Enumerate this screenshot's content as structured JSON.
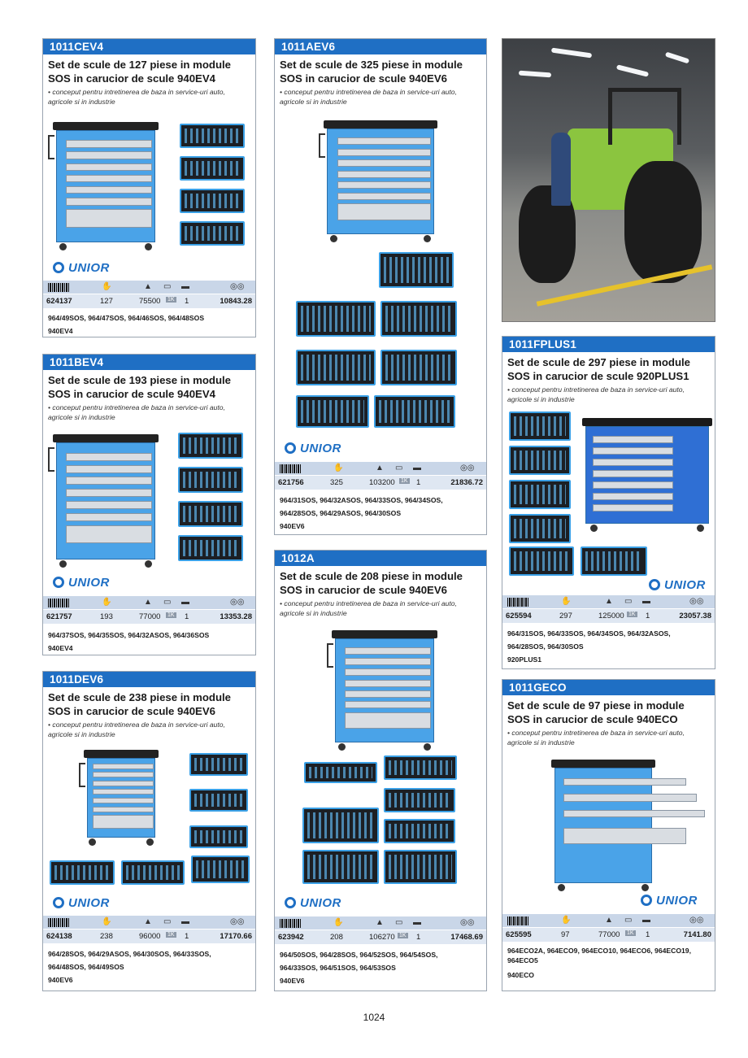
{
  "page_number": "1024",
  "cards": [
    {
      "code": "1011CEV4",
      "title_l1": "Set de scule de 127 piese in module",
      "title_l2": "SOS in carucior de scule 940EV4",
      "desc_l1": "• conceput pentru intretinerea de baza in service-uri auto,",
      "desc_l2": "agricole si in industrie",
      "logo": "UNIOR",
      "art": "624137",
      "pieces": "127",
      "weight": "75500",
      "badge": "1K",
      "qty": "1",
      "price": "10843.28",
      "sets_l1": "964/49SOS, 964/47SOS, 964/46SOS, 964/48SOS",
      "sets_l2": "940EV4",
      "sets_l3": ""
    },
    {
      "code": "1011BEV4",
      "title_l1": "Set de scule de 193 piese in module",
      "title_l2": "SOS in carucior de scule 940EV4",
      "desc_l1": "• conceput pentru intretinerea de baza in service-uri auto,",
      "desc_l2": "agricole si in industrie",
      "logo": "UNIOR",
      "art": "621757",
      "pieces": "193",
      "weight": "77000",
      "badge": "1K",
      "qty": "1",
      "price": "13353.28",
      "sets_l1": "964/37SOS, 964/35SOS, 964/32ASOS, 964/36SOS",
      "sets_l2": "940EV4",
      "sets_l3": ""
    },
    {
      "code": "1011DEV6",
      "title_l1": "Set de scule de 238 piese in module",
      "title_l2": "SOS in carucior de scule 940EV6",
      "desc_l1": "• conceput pentru intretinerea de baza in service-uri auto,",
      "desc_l2": "agricole si in industrie",
      "logo": "UNIOR",
      "art": "624138",
      "pieces": "238",
      "weight": "96000",
      "badge": "1K",
      "qty": "1",
      "price": "17170.66",
      "sets_l1": "964/28SOS, 964/29ASOS, 964/30SOS, 964/33SOS,",
      "sets_l2": "964/48SOS, 964/49SOS",
      "sets_l3": "940EV6"
    },
    {
      "code": "1011AEV6",
      "title_l1": "Set de scule de 325 piese in module",
      "title_l2": "SOS in carucior de scule 940EV6",
      "desc_l1": "• conceput pentru intretinerea de baza in service-uri auto,",
      "desc_l2": "agricole si in industrie",
      "logo": "UNIOR",
      "art": "621756",
      "pieces": "325",
      "weight": "103200",
      "badge": "1K",
      "qty": "1",
      "price": "21836.72",
      "sets_l1": "964/31SOS, 964/32ASOS, 964/33SOS, 964/34SOS,",
      "sets_l2": "964/28SOS, 964/29ASOS, 964/30SOS",
      "sets_l3": "940EV6"
    },
    {
      "code": "1012A",
      "title_l1": "Set de scule de 208 piese in module",
      "title_l2": "SOS in carucior de scule 940EV6",
      "desc_l1": "• conceput pentru intretinerea de baza in service-uri auto,",
      "desc_l2": "agricole si in industrie",
      "logo": "UNIOR",
      "art": "623942",
      "pieces": "208",
      "weight": "106270",
      "badge": "1K",
      "qty": "1",
      "price": "17468.69",
      "sets_l1": "964/50SOS, 964/28SOS, 964/52SOS, 964/54SOS,",
      "sets_l2": "964/33SOS, 964/51SOS, 964/53SOS",
      "sets_l3": "940EV6"
    },
    {
      "code": "1011FPLUS1",
      "title_l1": "Set de scule de 297 piese in module",
      "title_l2": "SOS in carucior de scule 920PLUS1",
      "desc_l1": "• conceput pentru intretinerea de baza in service-uri auto,",
      "desc_l2": "agricole si in industrie",
      "logo": "UNIOR",
      "art": "625594",
      "pieces": "297",
      "weight": "125000",
      "badge": "1K",
      "qty": "1",
      "price": "23057.38",
      "sets_l1": "964/31SOS, 964/33SOS, 964/34SOS, 964/32ASOS,",
      "sets_l2": "964/28SOS, 964/30SOS",
      "sets_l3": "920PLUS1"
    },
    {
      "code": "1011GECO",
      "title_l1": "Set de scule de 97 piese in module",
      "title_l2": "SOS in carucior de scule 940ECO",
      "desc_l1": "• conceput pentru intretinerea de baza in service-uri auto,",
      "desc_l2": "agricole si in industrie",
      "logo": "UNIOR",
      "art": "625595",
      "pieces": "97",
      "weight": "77000",
      "badge": "1K",
      "qty": "1",
      "price": "7141.80",
      "sets_l1": "964ECO2A, 964ECO9, 964ECO10, 964ECO6, 964ECO19,",
      "sets_l2": "964ECO5",
      "sets_l3": "940ECO"
    }
  ],
  "icons": {
    "barcode": "barcode-icon",
    "pieces": "hand-icon",
    "weight": "weight-icon",
    "package": "package-icon",
    "ruler": "ruler-icon",
    "price": "coins-icon"
  },
  "colors": {
    "accent": "#1f6fc4",
    "spec_row": "#c9d6e8",
    "tool_blue": "#4aa3e8"
  }
}
